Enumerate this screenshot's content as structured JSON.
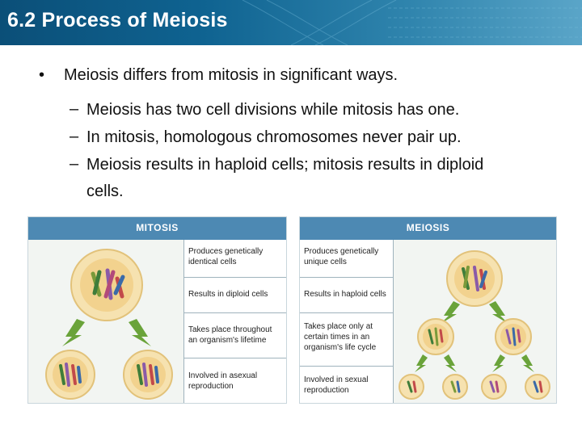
{
  "header": {
    "title": "6.2 Process of Meiosis"
  },
  "bullet": {
    "symbol": "•",
    "text": "Meiosis differs from mitosis in significant ways."
  },
  "sub_bullets": [
    {
      "dash": "–",
      "text": "Meiosis has two cell divisions while mitosis has one."
    },
    {
      "dash": "–",
      "text": "In mitosis, homologous chromosomes never pair up."
    },
    {
      "dash": "–",
      "text": "Meiosis results in haploid cells; mitosis results in diploid",
      "text2": "cells."
    }
  ],
  "mitosis": {
    "heading": "MITOSIS",
    "rows": [
      "Produces genetically identical cells",
      "Results in diploid cells",
      "Takes place throughout an organism's lifetime",
      "Involved in asexual reproduction"
    ]
  },
  "meiosis": {
    "heading": "MEIOSIS",
    "rows": [
      "Produces genetically unique cells",
      "Results in haploid cells",
      "Takes place only at certain times in an organism's life cycle",
      "Involved in sexual reproduction"
    ]
  },
  "colors": {
    "header": "#0f6391",
    "table_bar": "#4d89b3",
    "cell_fill": "#f3d79a",
    "arrow": "#6aa33a"
  }
}
